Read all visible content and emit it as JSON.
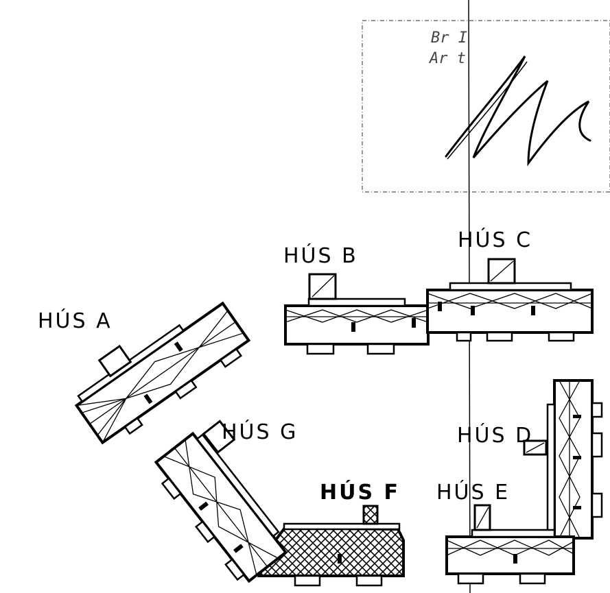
{
  "stamp": {
    "lines": [
      "Br I",
      "Ar t",
      "",
      ""
    ]
  },
  "labels": {
    "a": "HÚS A",
    "b": "HÚS B",
    "c": "HÚS C",
    "d": "HÚS D",
    "e": "HÚS E",
    "f": "HÚS F",
    "g": "HÚS G"
  },
  "colors": {
    "ink": "#000000",
    "paper": "#ffffff"
  }
}
